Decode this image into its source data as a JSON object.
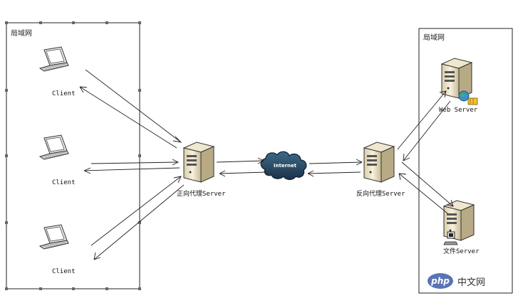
{
  "left_zone": {
    "title": "局域网"
  },
  "right_zone": {
    "title": "局域网"
  },
  "clients": [
    {
      "label": "Client"
    },
    {
      "label": "Client"
    },
    {
      "label": "Client"
    }
  ],
  "forward_proxy": {
    "label": "正向代理Server"
  },
  "internet": {
    "label": "Internet"
  },
  "reverse_proxy": {
    "label": "反向代理Server"
  },
  "web_server": {
    "label": "Web Server"
  },
  "file_server": {
    "label": "文件Server"
  },
  "watermark": {
    "logo_text": "php",
    "text": "中文网"
  },
  "colors": {
    "cloud": "#2b4a63",
    "server_body": "#f4ecd5",
    "line": "#222222"
  }
}
